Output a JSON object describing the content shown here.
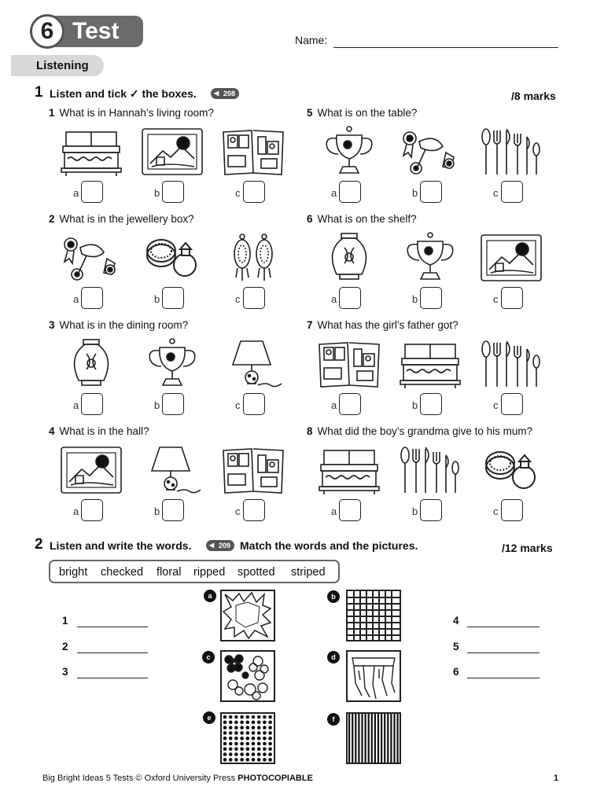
{
  "header": {
    "unit_number": "6",
    "title": "Test",
    "name_label": "Name:",
    "section": "Listening"
  },
  "exercise1": {
    "number": "1",
    "instruction": "Listen and tick ✓ the boxes.",
    "track": "208",
    "marks": "/8 marks",
    "questions": [
      {
        "n": "1",
        "text": "What is in Hannah’s living room?",
        "pictures": [
          "chest",
          "painting",
          "photo-album"
        ]
      },
      {
        "n": "2",
        "text": "What is in the jewellery box?",
        "pictures": [
          "medals",
          "rings",
          "earrings"
        ]
      },
      {
        "n": "3",
        "text": "What is in the dining room?",
        "pictures": [
          "vase",
          "trophy",
          "lamp"
        ]
      },
      {
        "n": "4",
        "text": "What is in the hall?",
        "pictures": [
          "painting",
          "lamp",
          "photo-album"
        ]
      },
      {
        "n": "5",
        "text": "What is on the table?",
        "pictures": [
          "trophy",
          "medals",
          "cutlery"
        ]
      },
      {
        "n": "6",
        "text": "What is on the shelf?",
        "pictures": [
          "vase",
          "trophy",
          "painting"
        ]
      },
      {
        "n": "7",
        "text": "What has the girl’s father got?",
        "pictures": [
          "photo-album",
          "chest",
          "cutlery"
        ]
      },
      {
        "n": "8",
        "text": "What did the boy’s grandma give to his mum?",
        "pictures": [
          "chest",
          "cutlery",
          "rings"
        ]
      }
    ],
    "options": [
      "a",
      "b",
      "c"
    ]
  },
  "exercise2": {
    "number": "2",
    "instruction_a": "Listen and write the words.",
    "track": "209",
    "instruction_b": "Match the words and the pictures.",
    "marks": "/12 marks",
    "words": [
      "bright",
      "checked",
      "floral",
      "ripped",
      "spotted",
      "striped"
    ],
    "patterns": [
      {
        "letter": "a",
        "pattern": "bright"
      },
      {
        "letter": "b",
        "pattern": "checked"
      },
      {
        "letter": "c",
        "pattern": "floral"
      },
      {
        "letter": "d",
        "pattern": "ripped"
      },
      {
        "letter": "e",
        "pattern": "spotted"
      },
      {
        "letter": "f",
        "pattern": "striped"
      }
    ],
    "answer_numbers": [
      "1",
      "2",
      "3",
      "4",
      "5",
      "6"
    ]
  },
  "footer": {
    "text": "Big Bright Ideas 5 Tests © Oxford University Press",
    "photocopiable": "PHOTOCOPIABLE",
    "page": "1"
  }
}
